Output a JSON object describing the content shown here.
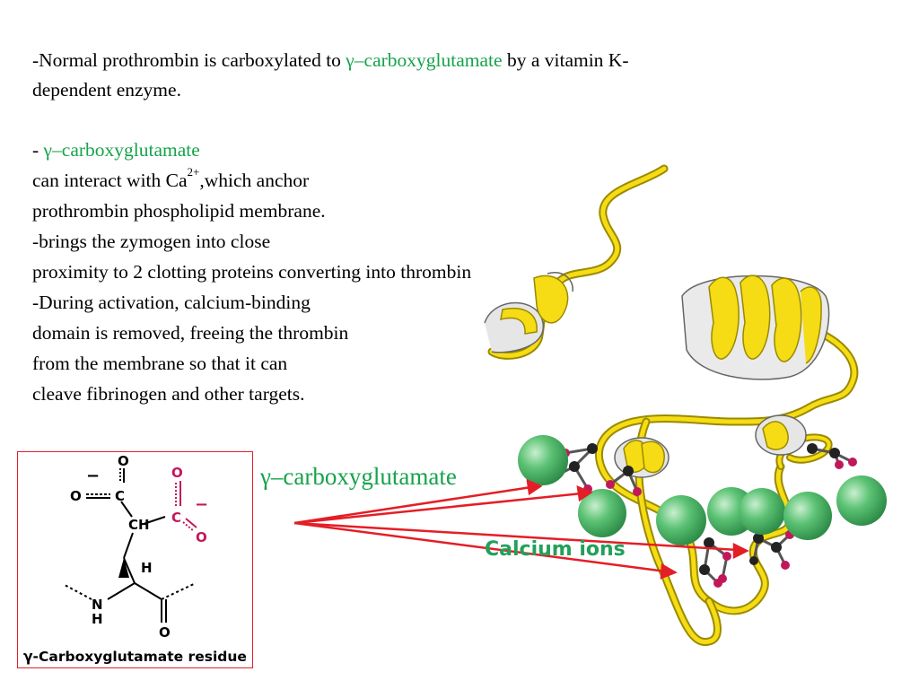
{
  "paragraphs": {
    "p1_a": "-Normal prothrombin is carboxylated to ",
    "p1_term": "γ–carboxyglutamate",
    "p1_b": " by a vitamin K-",
    "p1_c": "dependent enzyme.",
    "p2_dash": "- ",
    "p2_term": "γ–carboxyglutamate",
    "p2_line1_a": " can interact with Ca",
    "p2_line1_sup": "2+",
    "p2_line1_b": ",which anchor",
    "p2_line2": "prothrombin phospholipid membrane.",
    "p3_line1": "-brings the zymogen into close",
    "p3_line2": "proximity to 2 clotting proteins converting into thrombin",
    "p4_line1": "-During activation, calcium-binding",
    "p4_line2": "domain is removed, freeing the thrombin",
    "p4_line3": "from the membrane so that it can",
    "p4_line4": "cleave fibrinogen and other targets."
  },
  "figure": {
    "gamma_label": "γ–carboxyglutamate",
    "calcium_label": "Calcium ions",
    "structure_caption": "γ-Carboxyglutamate residue",
    "atoms": {
      "minus": "−",
      "O": "O",
      "C": "C",
      "CH": "CH",
      "H": "H",
      "N": "N"
    }
  },
  "colors": {
    "accent_green": "#16a34a",
    "arrow_red": "#e41e26",
    "helix_yellow": "#f5dc14",
    "carboxyl_magenta": "#c2185b",
    "calcium_green": "#3fae5f"
  }
}
